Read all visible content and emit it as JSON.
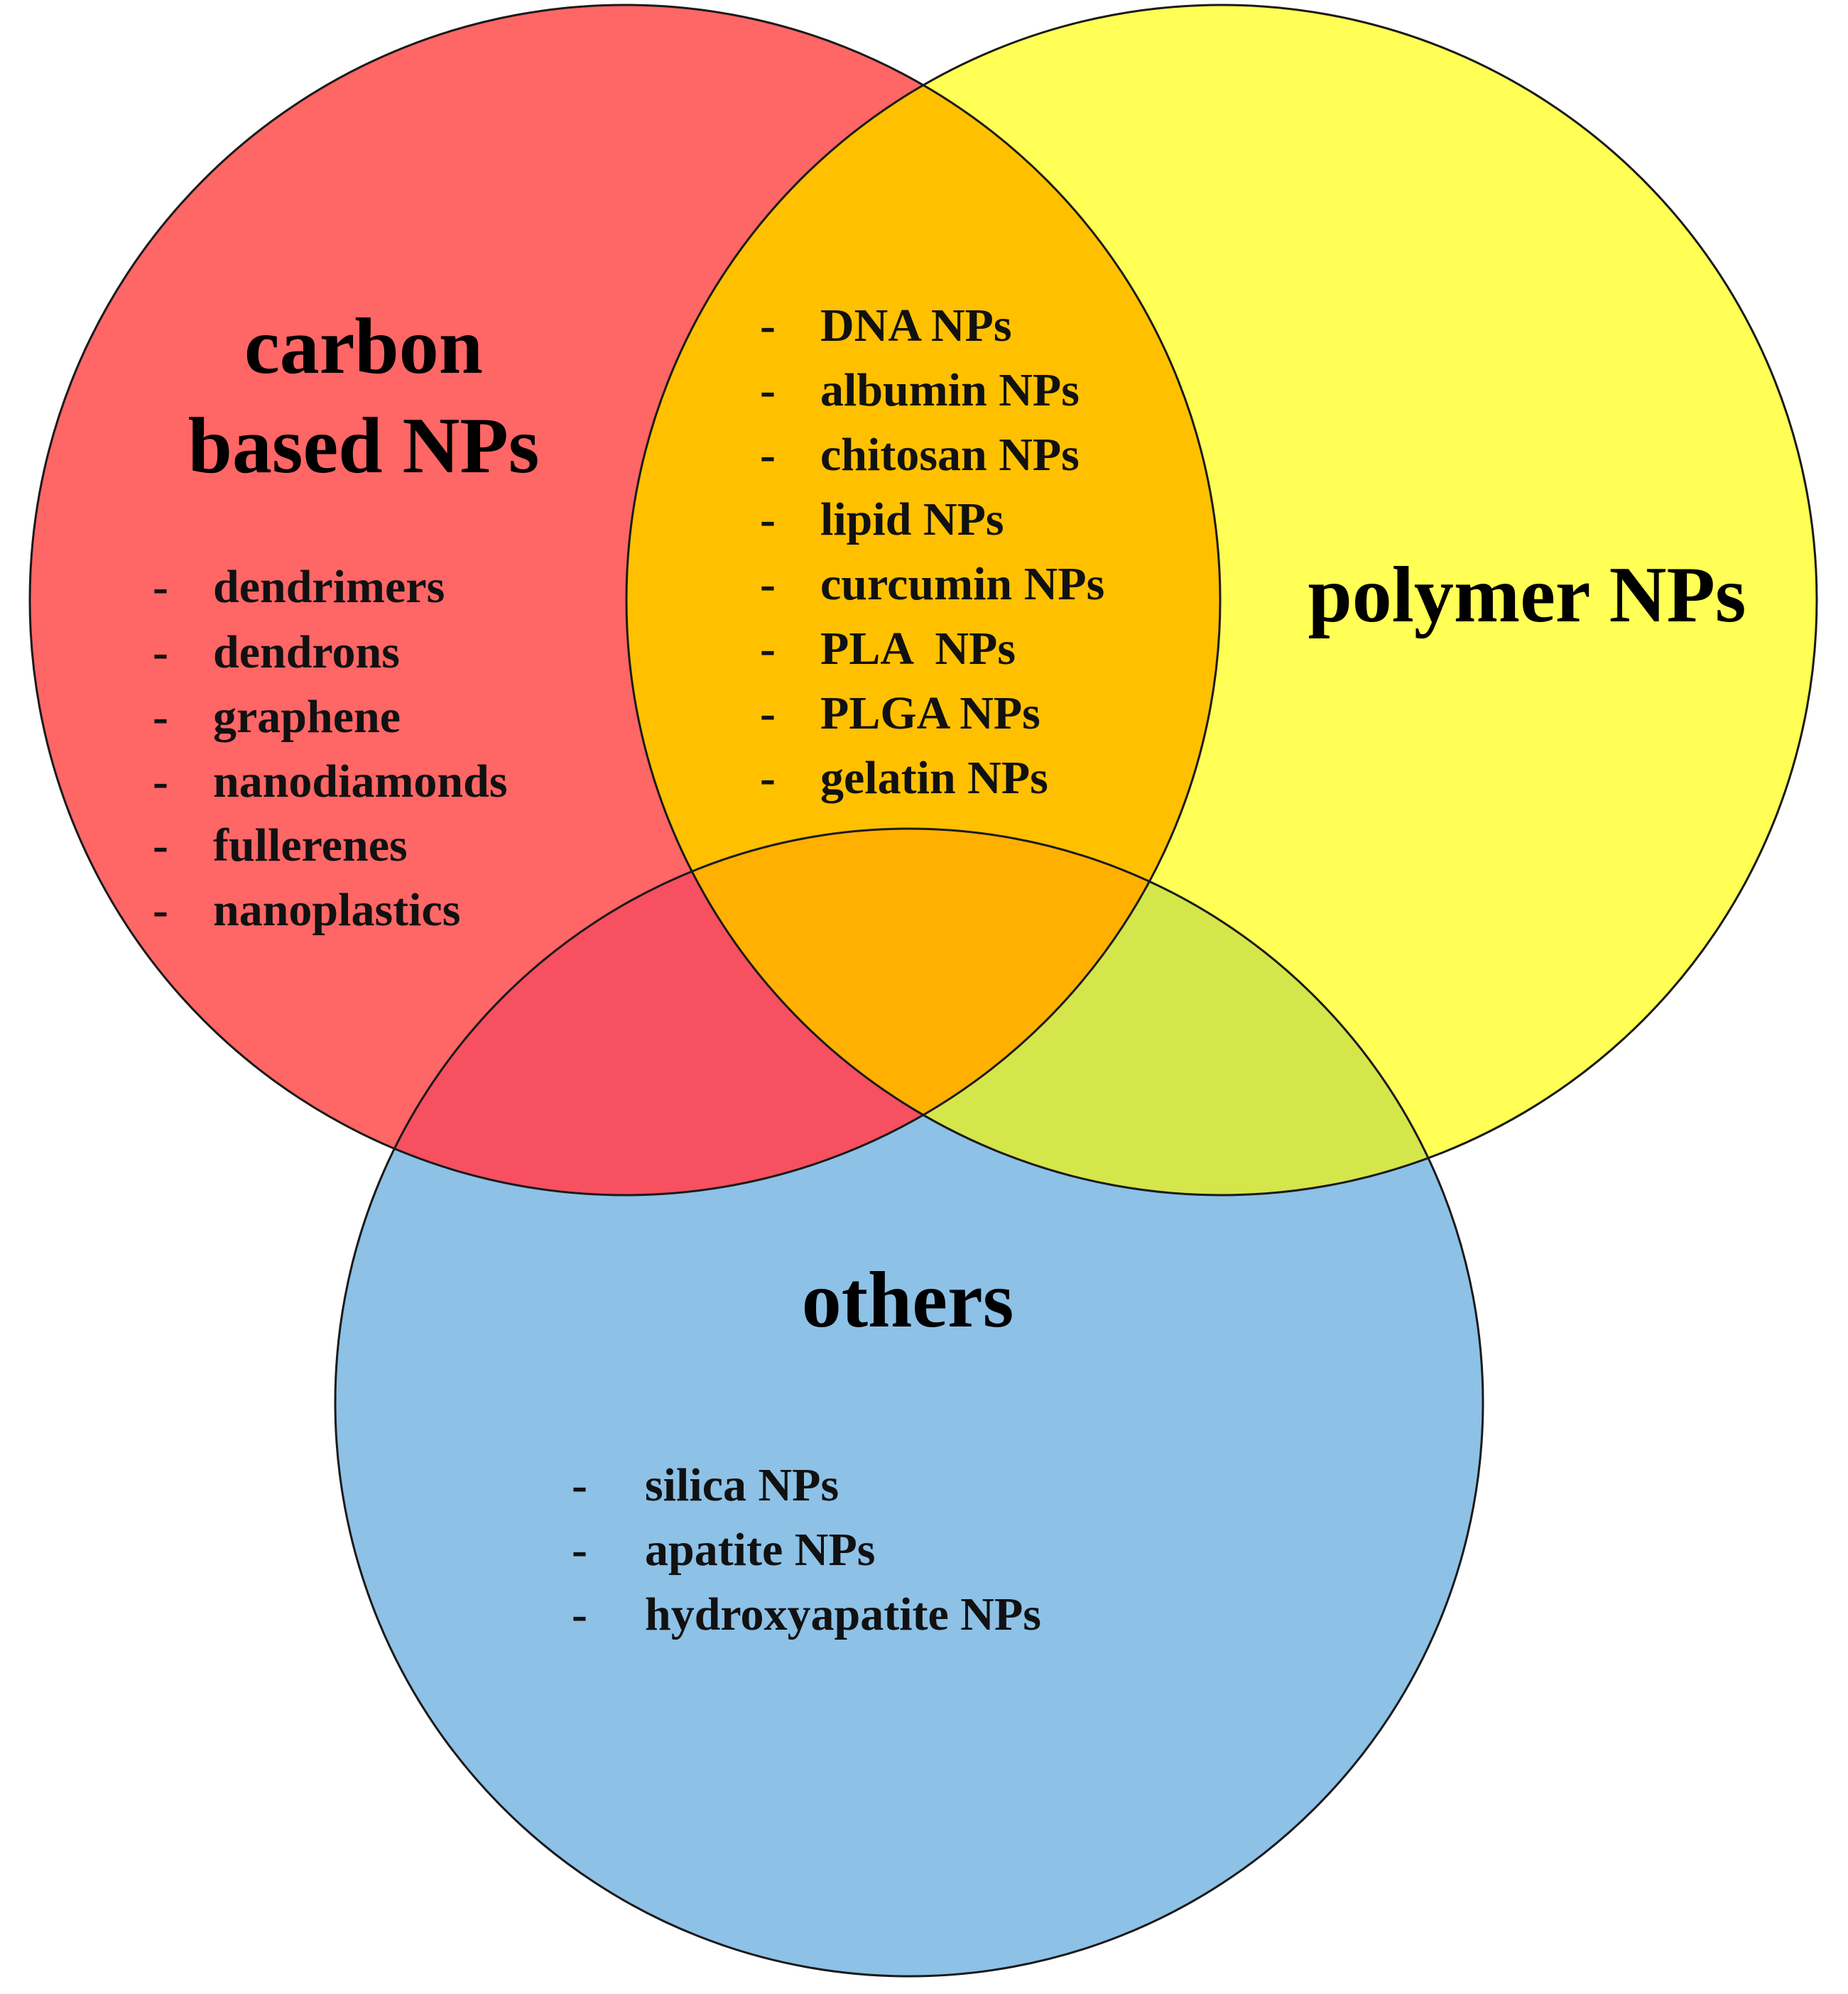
{
  "colors": {
    "carbon": "#ff6666",
    "polymer": "#ffff55",
    "carbon_polymer": "#ffc000",
    "carbon_polymer_others": "#ffb000",
    "others": "#8dc1e6",
    "carbon_others": "#f75060",
    "polymer_others": "#d4e64a",
    "outline": "#1a1a1a"
  },
  "sets": {
    "carbon": {
      "title_lines": [
        "carbon",
        "based NPs"
      ],
      "items": [
        "dendrimers",
        "dendrons",
        "graphene",
        "nanodiamonds",
        "fullerenes",
        "nanoplastics"
      ]
    },
    "polymer": {
      "title_lines": [
        "polymer NPs"
      ],
      "items": []
    },
    "overlap_carbon_polymer": {
      "items": [
        "DNA NPs",
        "albumin NPs",
        "chitosan NPs",
        "lipid NPs",
        "curcumin NPs",
        "PLA  NPs",
        "PLGA NPs",
        "gelatin NPs"
      ]
    },
    "others": {
      "title_lines": [
        "others"
      ],
      "items": [
        "silica NPs",
        "apatite NPs",
        "hydroxyapatite NPs"
      ]
    }
  },
  "bullet": "-"
}
